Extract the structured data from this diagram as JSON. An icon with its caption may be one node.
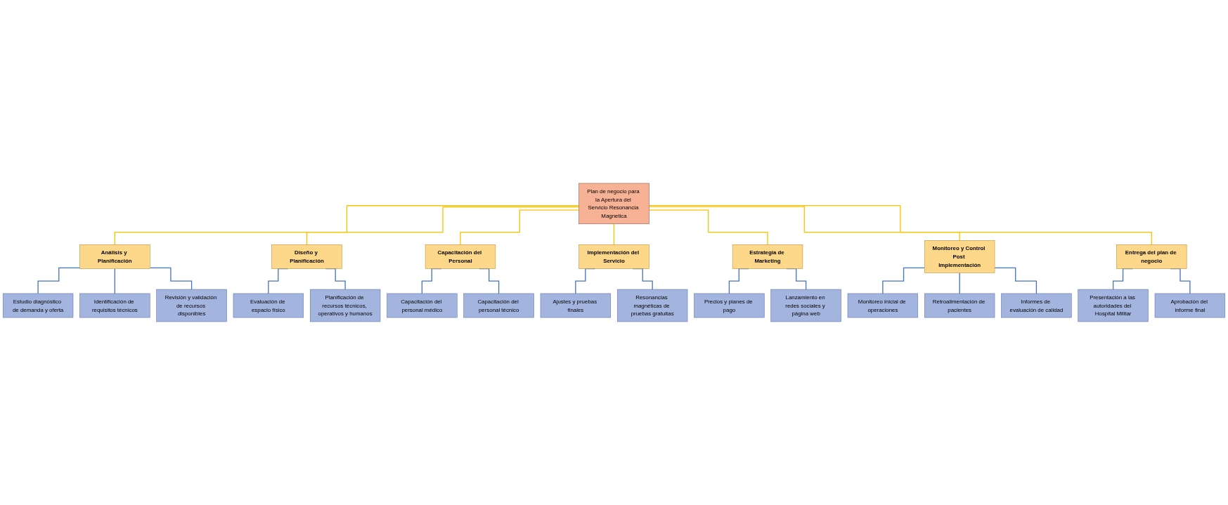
{
  "diagram": {
    "nodes": [
      {
        "text": [
          "Plan de negocio para la Apertura del Servicio Resonancia Magnetica"
        ]
      },
      {
        "text": [
          "Análisis y Planificación"
        ]
      },
      {
        "text": [
          "Diseño y Planificación"
        ]
      },
      {
        "text": [
          "Capacitación del Personal"
        ]
      },
      {
        "text": [
          "Implementación del Servicio"
        ]
      },
      {
        "text": [
          "Estrategia de Marketing"
        ]
      },
      {
        "text": [
          "Monitoreo y Control Post Implementación"
        ]
      },
      {
        "text": [
          "Entrega del plan de negocio"
        ]
      },
      {
        "text": [
          "Estudio diagnóstico de demanda y oferta"
        ]
      },
      {
        "text": [
          "Identificación de requisitos técnicos"
        ]
      },
      {
        "text": [
          "Revisión y validación de recursos disponibles"
        ]
      },
      {
        "text": [
          "Evaluación de espacio físico"
        ]
      },
      {
        "text": [
          "Planificación de recursos técnicos, operativos y humanos"
        ]
      },
      {
        "text": [
          "Capacitación del personal médico"
        ]
      },
      {
        "text": [
          "Capacitación del personal técnico"
        ]
      },
      {
        "text": [
          "Ajustes y pruebas finales"
        ]
      },
      {
        "text": [
          "Resonancias magnéticas de pruebas gratuitas"
        ]
      },
      {
        "text": [
          "Precios y planes de pago"
        ]
      },
      {
        "text": [
          "Lanzamiento en redes sociales y página web"
        ]
      },
      {
        "text": [
          "Monitoreo inicial de operaciones"
        ]
      },
      {
        "text": [
          "Retroalimentación de pacientes"
        ]
      },
      {
        "text": [
          "Informes de evaluación de calidad"
        ]
      },
      {
        "text": [
          "Presentación a las autoridades del Hospital Militar"
        ]
      },
      {
        "text": [
          "Aprobación del informe final"
        ]
      }
    ],
    "edges": [
      {
        "from": 0,
        "to": 1,
        "arrow": "none",
        "color": "#ffc000"
      },
      {
        "from": 0,
        "to": 2,
        "arrow": "none",
        "color": "#ffc000"
      },
      {
        "from": 0,
        "to": 3,
        "arrow": "none",
        "color": "#ffc000"
      },
      {
        "from": 0,
        "to": 4,
        "arrow": "none",
        "color": "#ffc000"
      },
      {
        "from": 0,
        "to": 5,
        "arrow": "none",
        "color": "#ffc000"
      },
      {
        "from": 0,
        "to": 6,
        "arrow": "none",
        "color": "#ffc000"
      },
      {
        "from": 0,
        "to": 7,
        "arrow": "none",
        "color": "#ffc000"
      },
      {
        "from": 1,
        "to": 8,
        "arrow": "none"
      },
      {
        "from": 1,
        "to": 9,
        "arrow": "none"
      },
      {
        "from": 1,
        "to": 10,
        "arrow": "none"
      },
      {
        "from": 2,
        "to": 11,
        "arrow": "none"
      },
      {
        "from": 2,
        "to": 12,
        "arrow": "none"
      },
      {
        "from": 3,
        "to": 13,
        "arrow": "none"
      },
      {
        "from": 3,
        "to": 14,
        "arrow": "none"
      },
      {
        "from": 4,
        "to": 15,
        "arrow": "none"
      },
      {
        "from": 4,
        "to": 16,
        "arrow": "none"
      },
      {
        "from": 5,
        "to": 17,
        "arrow": "none"
      },
      {
        "from": 5,
        "to": 18,
        "arrow": "none"
      },
      {
        "from": 6,
        "to": 19,
        "arrow": "none"
      },
      {
        "from": 6,
        "to": 20,
        "arrow": "none"
      },
      {
        "from": 6,
        "to": 21,
        "arrow": "none"
      },
      {
        "from": 7,
        "to": 22,
        "arrow": "none"
      },
      {
        "from": 7,
        "to": 23,
        "arrow": "none"
      }
    ]
  }
}
